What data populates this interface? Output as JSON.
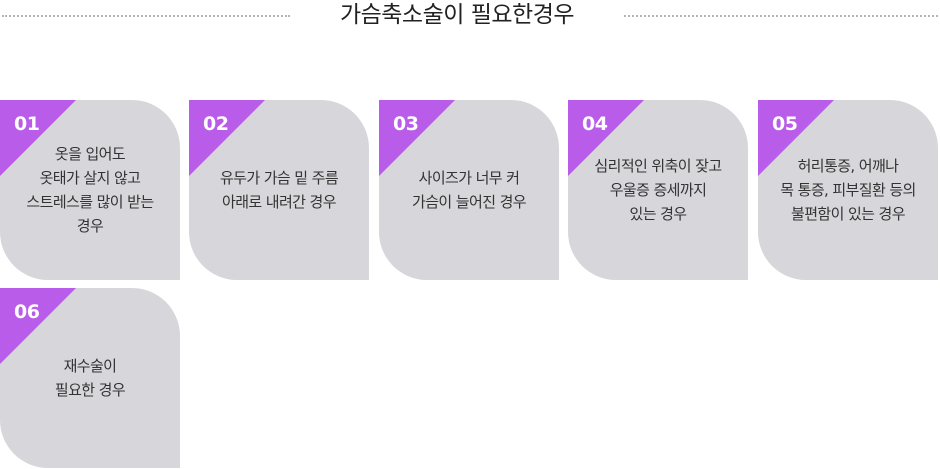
{
  "header": {
    "title": "가슴축소술이 필요한경우"
  },
  "colors": {
    "accent": "#b95ce9",
    "card_bg": "#d7d7db"
  },
  "cards": [
    {
      "num": "01",
      "text": "옷을 입어도\n옷태가 살지 않고\n스트레스를 많이 받는\n경우"
    },
    {
      "num": "02",
      "text": "유두가 가슴 밑 주름\n아래로 내려간 경우"
    },
    {
      "num": "03",
      "text": "사이즈가 너무 커\n가슴이 늘어진 경우"
    },
    {
      "num": "04",
      "text": "심리적인 위축이 잦고\n우울증 증세까지\n있는 경우"
    },
    {
      "num": "05",
      "text": "허리통증, 어깨나\n목 통증, 피부질환 등의\n불편함이 있는 경우"
    },
    {
      "num": "06",
      "text": "재수술이\n필요한 경우"
    }
  ]
}
